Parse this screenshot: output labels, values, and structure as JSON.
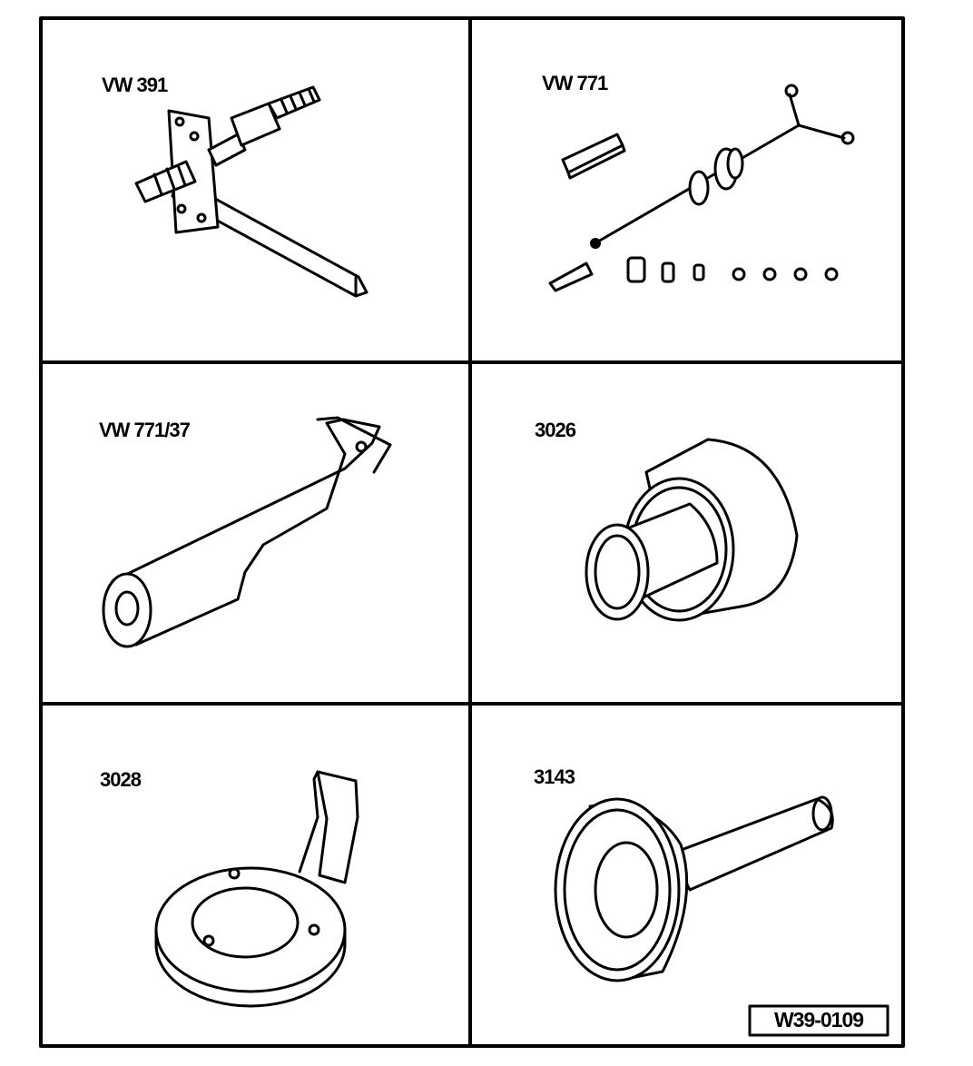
{
  "tools": [
    {
      "label": "VW 391",
      "icon": "threaded-spindle-tool-icon"
    },
    {
      "label": "VW 771",
      "icon": "slide-hammer-set-icon"
    },
    {
      "label": "VW 771/37",
      "icon": "hook-puller-icon"
    },
    {
      "label": "3026",
      "icon": "stepped-drift-icon"
    },
    {
      "label": "3028",
      "icon": "ring-fixture-icon"
    },
    {
      "label": "3143",
      "icon": "seal-installer-icon"
    }
  ],
  "reference": "W39-0109"
}
